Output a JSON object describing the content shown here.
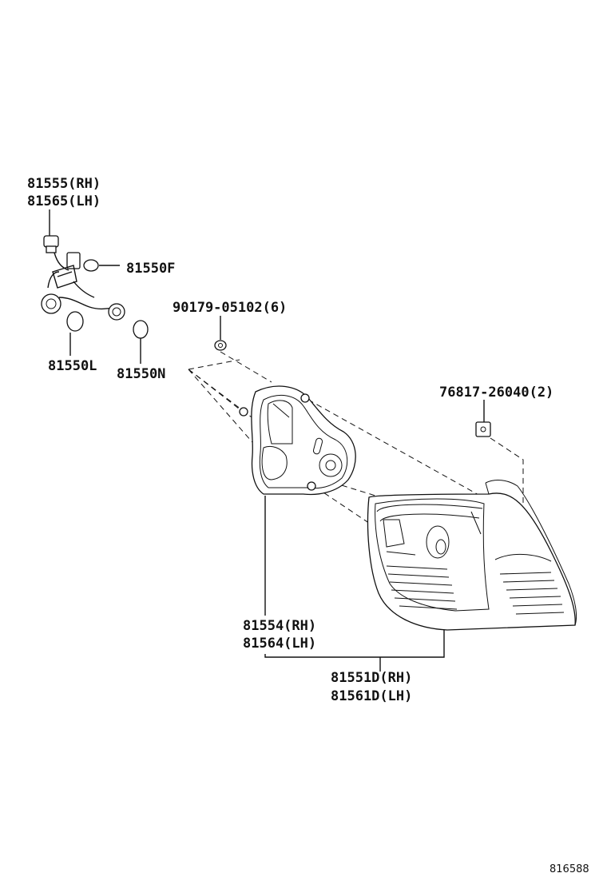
{
  "labels": {
    "socket_rh": "81555(RH)",
    "socket_lh": "81565(LH)",
    "bulb_f": "81550F",
    "bulb_l": "81550L",
    "bulb_n": "81550N",
    "screw": "90179-05102(6)",
    "clip": "76817-26040(2)",
    "gasket_rh": "81554(RH)",
    "gasket_lh": "81564(LH)",
    "lamp_rh": "81551D(RH)",
    "lamp_lh": "81561D(LH)",
    "figure_id": "816588"
  }
}
